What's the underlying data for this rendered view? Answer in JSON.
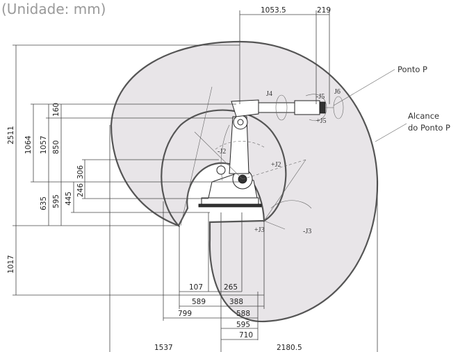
{
  "unit_label": "(Unidade: mm)",
  "callouts": {
    "point_p": "Ponto P",
    "reach_line1": "Alcance",
    "reach_line2": "do Ponto P"
  },
  "dimensions": {
    "top": [
      "1053.5",
      "219"
    ],
    "left": [
      "2511",
      "1064",
      "1057",
      "160",
      "850",
      "306",
      "635",
      "445",
      "246",
      "595",
      "1017"
    ],
    "bottom": [
      "107",
      "265",
      "589",
      "388",
      "799",
      "588",
      "595",
      "710",
      "1537",
      "2180.5"
    ]
  },
  "joints": [
    "J4",
    "-J5",
    "+J5",
    "J6",
    "-J2",
    "+J2",
    "+J3",
    "-J3"
  ],
  "colors": {
    "envelope_fill": "#e8e5e8",
    "envelope_stroke": "#555555",
    "line": "#444444",
    "unit_text": "#999999"
  }
}
